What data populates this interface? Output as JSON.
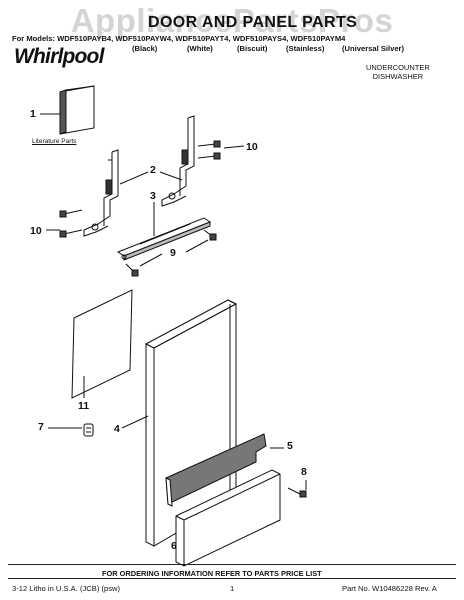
{
  "watermark": "AppliancePartsPros",
  "title": "DOOR AND PANEL PARTS",
  "brand": "Whirlpool",
  "models_line": "For Models: WDF510PAYB4, WDF510PAYW4, WDF510PAYT4, WDF510PAYS4, WDF510PAYM4",
  "variants": [
    "(Black)",
    "(White)",
    "(Biscuit)",
    "(Stainless)",
    "(Universal Silver)"
  ],
  "product_type": [
    "UNDERCOUNTER",
    "DISHWASHER"
  ],
  "literature_label": "Literature Parts",
  "callouts": [
    "1",
    "2",
    "10",
    "3",
    "10",
    "9",
    "11",
    "7",
    "4",
    "5",
    "8",
    "6"
  ],
  "footnote": "FOR ORDERING INFORMATION REFER TO PARTS PRICE LIST",
  "footer": {
    "left": "3-12 Litho in U.S.A. (JCB) (psw)",
    "center": "1",
    "right": "Part No. W10486228 Rev. A"
  }
}
